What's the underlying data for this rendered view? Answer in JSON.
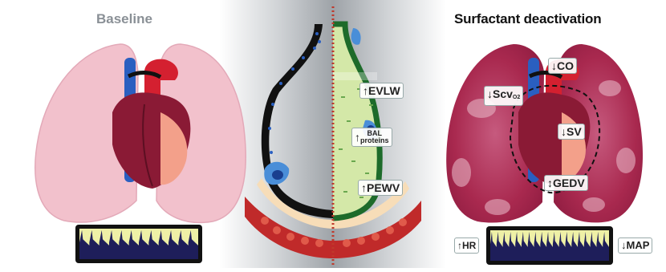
{
  "panels": {
    "baseline_title": "Baseline",
    "deactivation_title": "Surfactant deactivation"
  },
  "labels": {
    "evlw": {
      "arrow": "↑",
      "text": "EVLW"
    },
    "bal": {
      "arrow": "↑",
      "line1": "BAL",
      "line2": "proteins"
    },
    "pewv": {
      "arrow": "↑",
      "text": "PEWV"
    },
    "co": {
      "arrow": "↓",
      "text": "CO"
    },
    "scvo2": {
      "arrow": "↓",
      "text": "Scv",
      "sub": "O2"
    },
    "sv": {
      "arrow": "↓",
      "text": "SV"
    },
    "gedv": {
      "arrow": "↕",
      "text": "GEDV"
    },
    "hr": {
      "arrow": "↑",
      "text": "HR"
    },
    "map": {
      "arrow": "↓",
      "text": "MAP"
    }
  },
  "colors": {
    "lung_baseline": "#f2c1cc",
    "lung_deactivated": "#b03060",
    "heart": "#8a1a35",
    "aorta": "#d42030",
    "vena_cava": "#2a5fc0",
    "monitor_screen": "#eef0a6",
    "waveform_fill": "#1e1e5a",
    "edema_fluid": "#d4e8a8"
  }
}
